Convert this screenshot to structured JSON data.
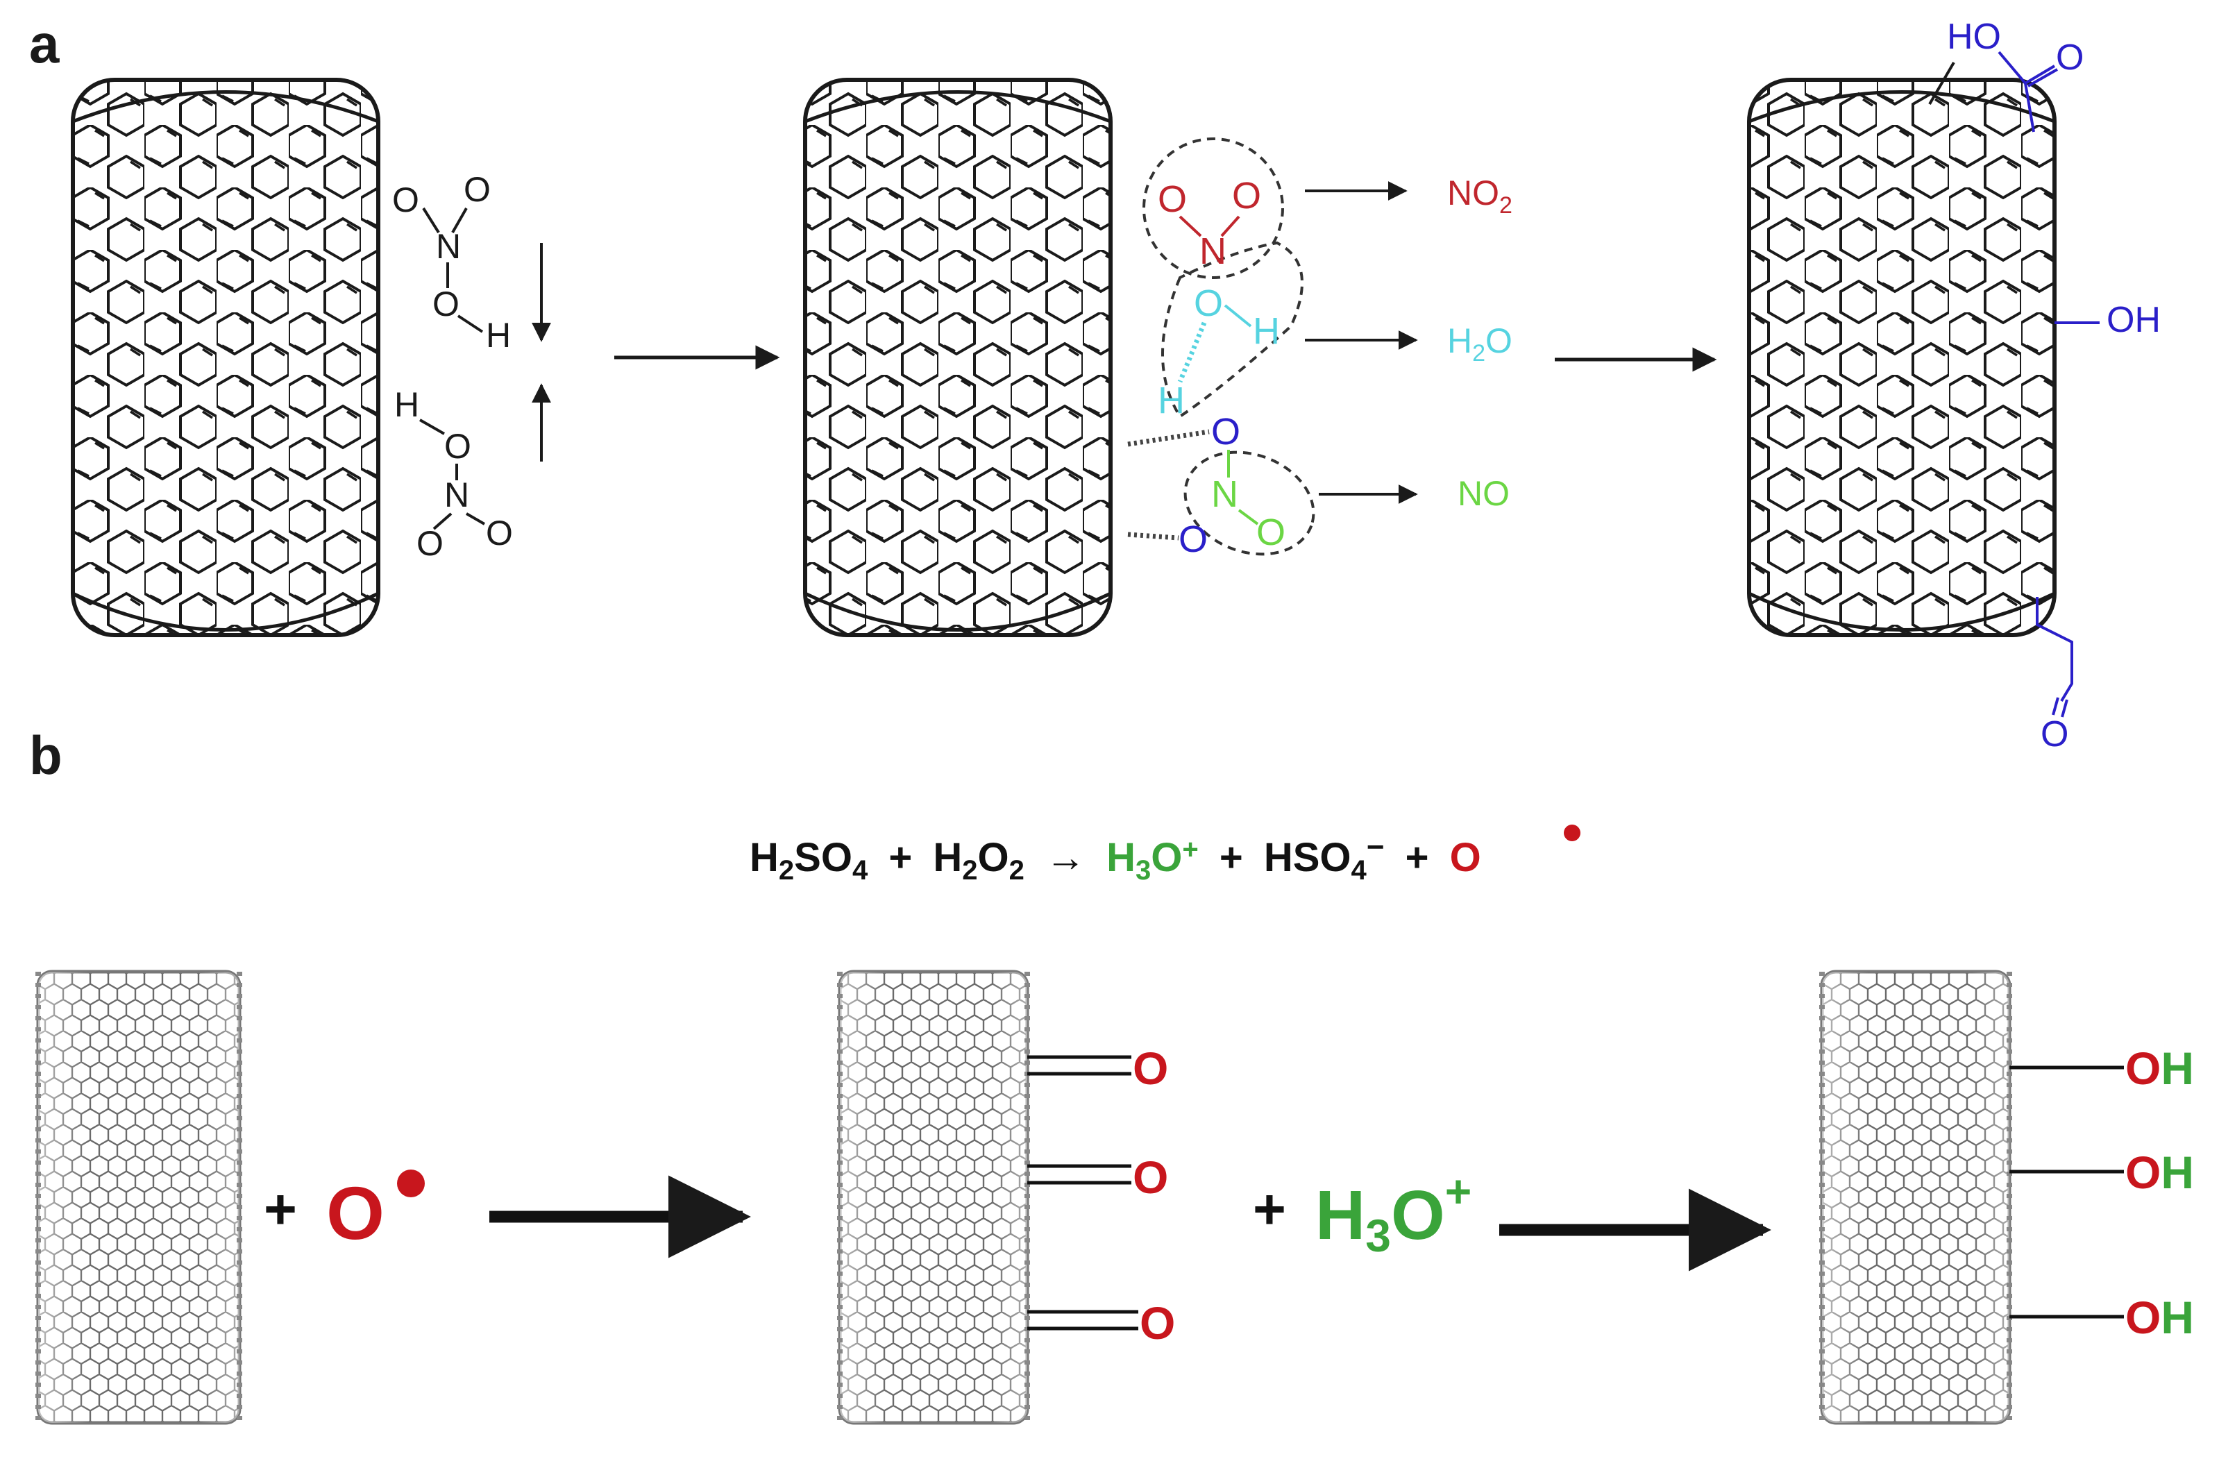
{
  "panel_a": {
    "label": "a",
    "reactants": {
      "top_acid": {
        "o1": "O",
        "o2": "O",
        "n": "N",
        "o3": "O",
        "h": "H"
      },
      "bottom_acid": {
        "h": "H",
        "o3": "O",
        "n": "N",
        "o1": "O",
        "o2": "O"
      }
    },
    "transition": {
      "red_group": {
        "o1": "O",
        "o2": "O",
        "n": "N"
      },
      "cyan_group": {
        "o": "O",
        "h1": "H",
        "h2": "H"
      },
      "blue_o1": "O",
      "blue_o2": "O",
      "green_group": {
        "n": "N",
        "o": "O"
      }
    },
    "byproducts": {
      "no2": {
        "base": "NO",
        "sub": "2"
      },
      "h2o": {
        "h": "H",
        "sub": "2",
        "o": "O"
      },
      "no": "NO"
    },
    "product": {
      "cooh_ho": "HO",
      "cooh_o": "O",
      "oh": "OH",
      "cho_o": "O"
    },
    "colors": {
      "red": "#c0262d",
      "cyan": "#56d3e0",
      "green": "#6bd644",
      "blue": "#2a1fc9",
      "black": "#1a1a1a"
    }
  },
  "panel_b": {
    "label": "b",
    "equation": {
      "h2so4": {
        "h": "H",
        "s1": "2",
        "so": "SO",
        "s2": "4"
      },
      "plus1": "+",
      "h2o2": {
        "h": "H",
        "s1": "2",
        "o": "O",
        "s2": "2"
      },
      "arrow": "→",
      "h3o": {
        "h": "H",
        "s1": "3",
        "o": "O",
        "sup": "+"
      },
      "plus2": "+",
      "hso4": {
        "hso": "HSO",
        "sub": "4",
        "sup": "−"
      },
      "plus3": "+",
      "oradical": "O"
    },
    "step1": {
      "plus": "+",
      "reagent": "O"
    },
    "step2": {
      "plus": "+",
      "h": "H",
      "sub": "3",
      "o": "O",
      "sup": "+"
    },
    "carbonyls": [
      "O",
      "O",
      "O"
    ],
    "hydroxyls": [
      {
        "o": "O",
        "h": "H"
      },
      {
        "o": "O",
        "h": "H"
      },
      {
        "o": "O",
        "h": "H"
      }
    ],
    "colors": {
      "red": "#c8161d",
      "green": "#3aa43a",
      "black": "#111111"
    }
  }
}
